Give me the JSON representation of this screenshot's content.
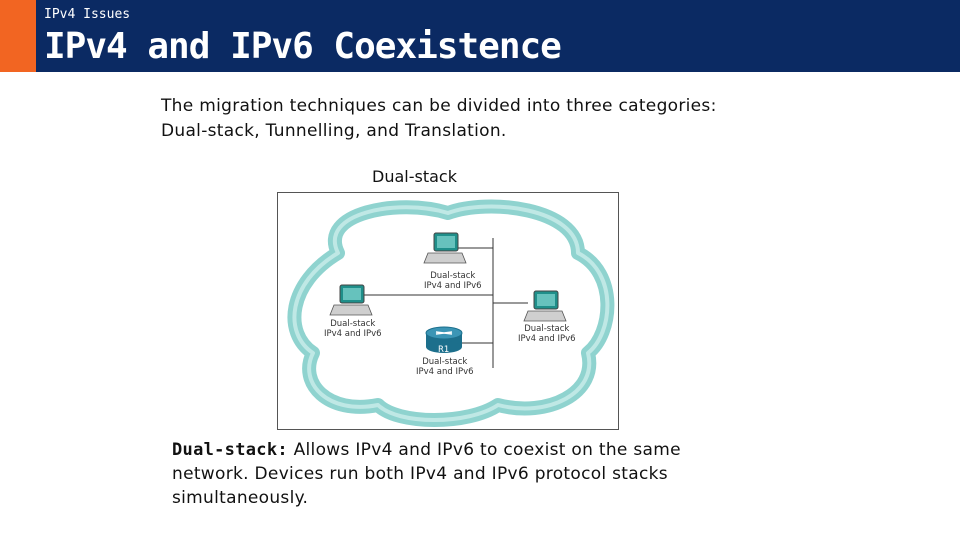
{
  "header": {
    "section_label": "IPv4 Issues",
    "title": "IPv4 and IPv6 Coexistence"
  },
  "intro": {
    "line1": "The migration techniques can be divided into three categories:",
    "line2": "Dual-stack, Tunnelling, and Translation."
  },
  "figure": {
    "caption": "Dual-stack",
    "nodes": {
      "top_pc": {
        "line1": "Dual-stack",
        "line2": "IPv4 and IPv6"
      },
      "left_pc": {
        "line1": "Dual-stack",
        "line2": "IPv4 and IPv6"
      },
      "right_pc": {
        "line1": "Dual-stack",
        "line2": "IPv4 and IPv6"
      },
      "router": {
        "name": "R1",
        "line1": "Dual-stack",
        "line2": "IPv4 and IPv6"
      }
    },
    "colors": {
      "cloud_outline": "#8fd3cf",
      "cloud_fill": "#ffffff",
      "device": "#1f8f8a",
      "router": "#1c6f8c"
    }
  },
  "body": {
    "term": "Dual-stack:",
    "line1": "Allows IPv4 and IPv6 to coexist on the same",
    "line2": "network. Devices run both IPv4 and IPv6 protocol stacks",
    "line3": "simultaneously."
  }
}
